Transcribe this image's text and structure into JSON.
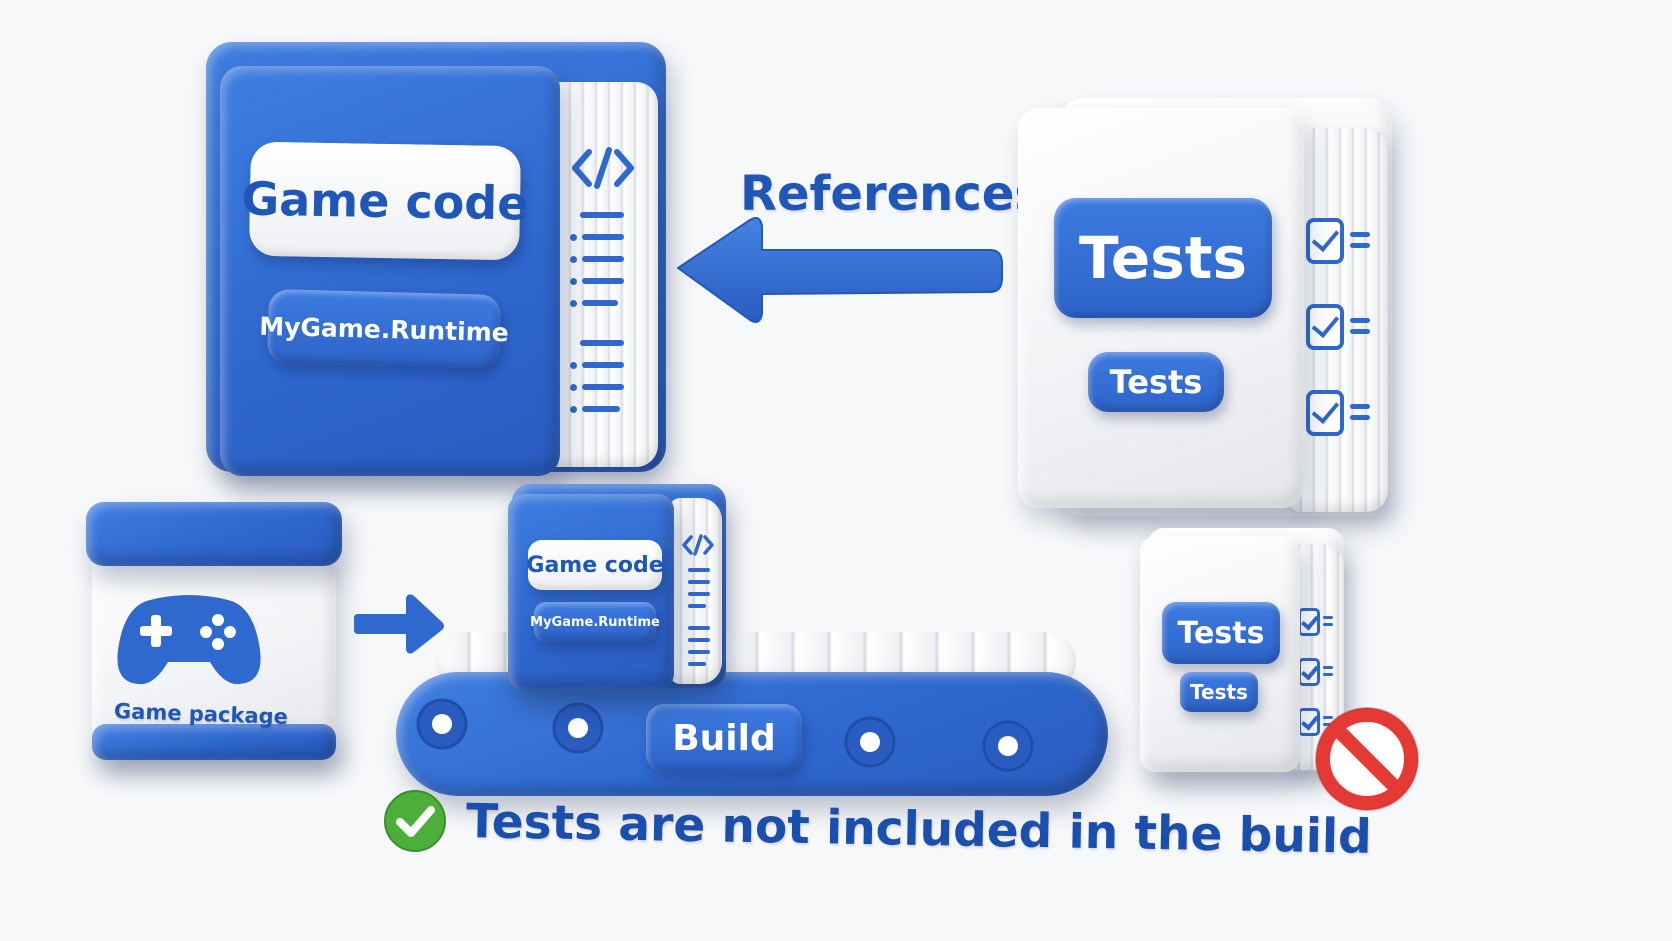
{
  "game_code_book": {
    "title": "Game code",
    "subtitle": "MyGame.Runtime",
    "code_icon": "code-brackets-icon"
  },
  "references_arrow": {
    "label": "References"
  },
  "tests_book": {
    "title": "Tests",
    "subtitle": "Tests",
    "checklist_icon": "checklist-icon"
  },
  "game_package": {
    "label": "Game package",
    "icon": "gamepad-icon"
  },
  "conveyor": {
    "label": "Build",
    "book_title": "Game code",
    "book_subtitle": "MyGame.Runtime"
  },
  "excluded_tests": {
    "title": "Tests",
    "subtitle": "Tests",
    "icon": "prohibited-icon"
  },
  "footer": {
    "message": "Tests are not included in the build",
    "icon": "green-check-icon"
  },
  "colors": {
    "clay_blue": "#2f68cf",
    "text_blue": "#1f57b8",
    "check_green": "#4caf3a",
    "prohibit_red": "#e53935"
  }
}
